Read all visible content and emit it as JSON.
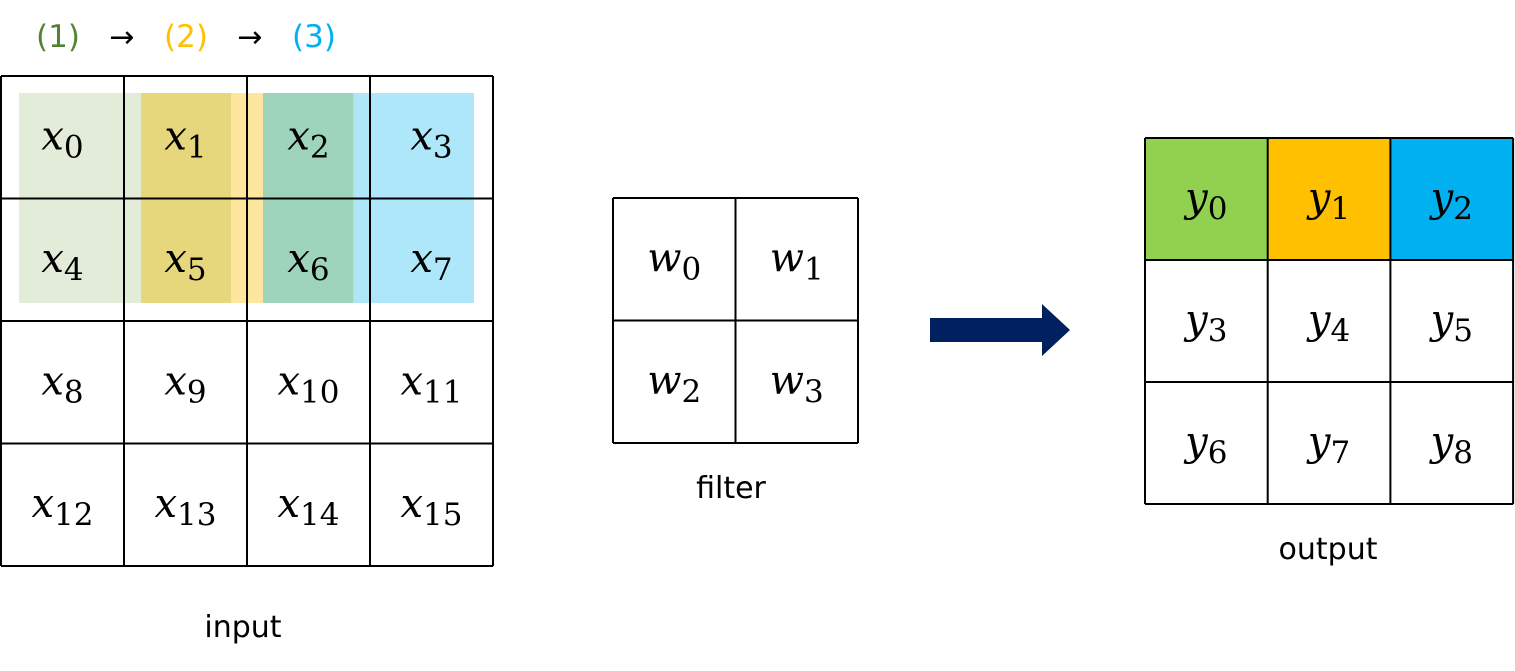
{
  "steps": {
    "labels": [
      "(1)",
      "(2)",
      "(3)"
    ],
    "colors": [
      "#548235",
      "#ffc000",
      "#00b0f0"
    ],
    "separator": "→"
  },
  "input": {
    "caption": "input",
    "cells": [
      {
        "var": "x",
        "sub": "0"
      },
      {
        "var": "x",
        "sub": "1"
      },
      {
        "var": "x",
        "sub": "2"
      },
      {
        "var": "x",
        "sub": "3"
      },
      {
        "var": "x",
        "sub": "4"
      },
      {
        "var": "x",
        "sub": "5"
      },
      {
        "var": "x",
        "sub": "6"
      },
      {
        "var": "x",
        "sub": "7"
      },
      {
        "var": "x",
        "sub": "8"
      },
      {
        "var": "x",
        "sub": "9"
      },
      {
        "var": "x",
        "sub": "10"
      },
      {
        "var": "x",
        "sub": "11"
      },
      {
        "var": "x",
        "sub": "12"
      },
      {
        "var": "x",
        "sub": "13"
      },
      {
        "var": "x",
        "sub": "14"
      },
      {
        "var": "x",
        "sub": "15"
      }
    ],
    "highlight_colors": [
      "#e2ecd9",
      "#ffe59a",
      "#9fe3f8"
    ]
  },
  "filter": {
    "caption": "filter",
    "cells": [
      {
        "var": "w",
        "sub": "0"
      },
      {
        "var": "w",
        "sub": "1"
      },
      {
        "var": "w",
        "sub": "2"
      },
      {
        "var": "w",
        "sub": "3"
      }
    ]
  },
  "arrow": {
    "color": "#002060"
  },
  "output": {
    "caption": "output",
    "cells": [
      {
        "var": "y",
        "sub": "0"
      },
      {
        "var": "y",
        "sub": "1"
      },
      {
        "var": "y",
        "sub": "2"
      },
      {
        "var": "y",
        "sub": "3"
      },
      {
        "var": "y",
        "sub": "4"
      },
      {
        "var": "y",
        "sub": "5"
      },
      {
        "var": "y",
        "sub": "6"
      },
      {
        "var": "y",
        "sub": "7"
      },
      {
        "var": "y",
        "sub": "8"
      }
    ],
    "cell_colors": [
      "#92d050",
      "#ffc000",
      "#00b0f0"
    ]
  }
}
